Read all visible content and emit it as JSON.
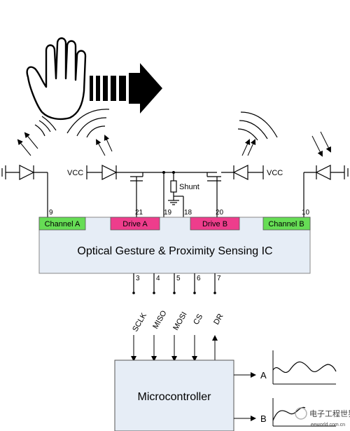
{
  "ic": {
    "title": "Optical Gesture & Proximity Sensing IC",
    "blocks": [
      {
        "label": "Channel A",
        "pin": "9",
        "color": "#66dd55"
      },
      {
        "label": "Drive A",
        "pin": "21",
        "color": "#ee3d8c"
      },
      {
        "label": "Drive B",
        "pin": "20",
        "color": "#ee3d8c"
      },
      {
        "label": "Channel B",
        "pin": "10",
        "color": "#66dd55"
      }
    ],
    "extra_pins": [
      "19",
      "18"
    ],
    "fill": "#e6edf6"
  },
  "supply": {
    "vcc_left": "VCC",
    "vcc_right": "VCC",
    "shunt": "Shunt"
  },
  "bus": [
    {
      "pin": "3",
      "signal": "SCLK"
    },
    {
      "pin": "4",
      "signal": "MISO"
    },
    {
      "pin": "5",
      "signal": "MOSI"
    },
    {
      "pin": "6",
      "signal": "CS"
    },
    {
      "pin": "7",
      "signal": "DR"
    }
  ],
  "mcu": {
    "label": "Microcontroller",
    "fill": "#e6edf6"
  },
  "outputs": {
    "a": "A",
    "b": "B"
  },
  "watermark": {
    "text": "电子工程世界",
    "site": "eeworld.com.cn"
  }
}
